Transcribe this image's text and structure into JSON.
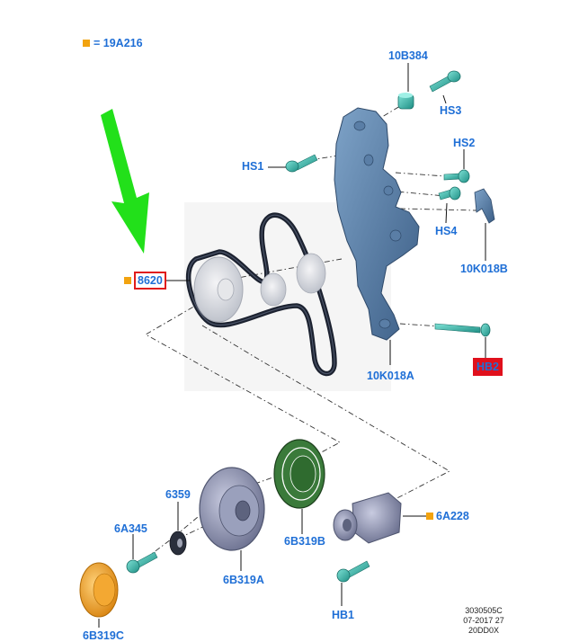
{
  "legend": {
    "marker_color": "#f2a30f",
    "text": "= 19A216"
  },
  "labels": {
    "p10B384": "10B384",
    "pHS3": "HS3",
    "pHS1": "HS1",
    "pHS2": "HS2",
    "pHS4": "HS4",
    "p10K018B": "10K018B",
    "p8620": "8620",
    "pHB2": "HB2",
    "p10K018A": "10K018A",
    "p6359": "6359",
    "p6A345": "6A345",
    "p6B319A": "6B319A",
    "p6B319B": "6B319B",
    "p6A228": "6A228",
    "p6B319C": "6B319C",
    "pHB1": "HB1"
  },
  "reference": {
    "line1": "3030505C",
    "line2": "07-2017 27",
    "line3": "20DD0X"
  },
  "colors": {
    "label_blue": "#1f6fd6",
    "highlight_red": "#e01c1c",
    "arrow_green": "#22e01a",
    "part_teal": "#2bb3a6",
    "bracket_blue": "#4a6f96",
    "pulley_gray": "#8f95b0",
    "pulley_orange": "#f09a1a",
    "seal_green": "#2e6b2e"
  },
  "icons": [
    "green-arrow-icon",
    "bolt-icon",
    "belt-icon",
    "pulley-icon",
    "bracket-icon",
    "tensioner-icon"
  ]
}
